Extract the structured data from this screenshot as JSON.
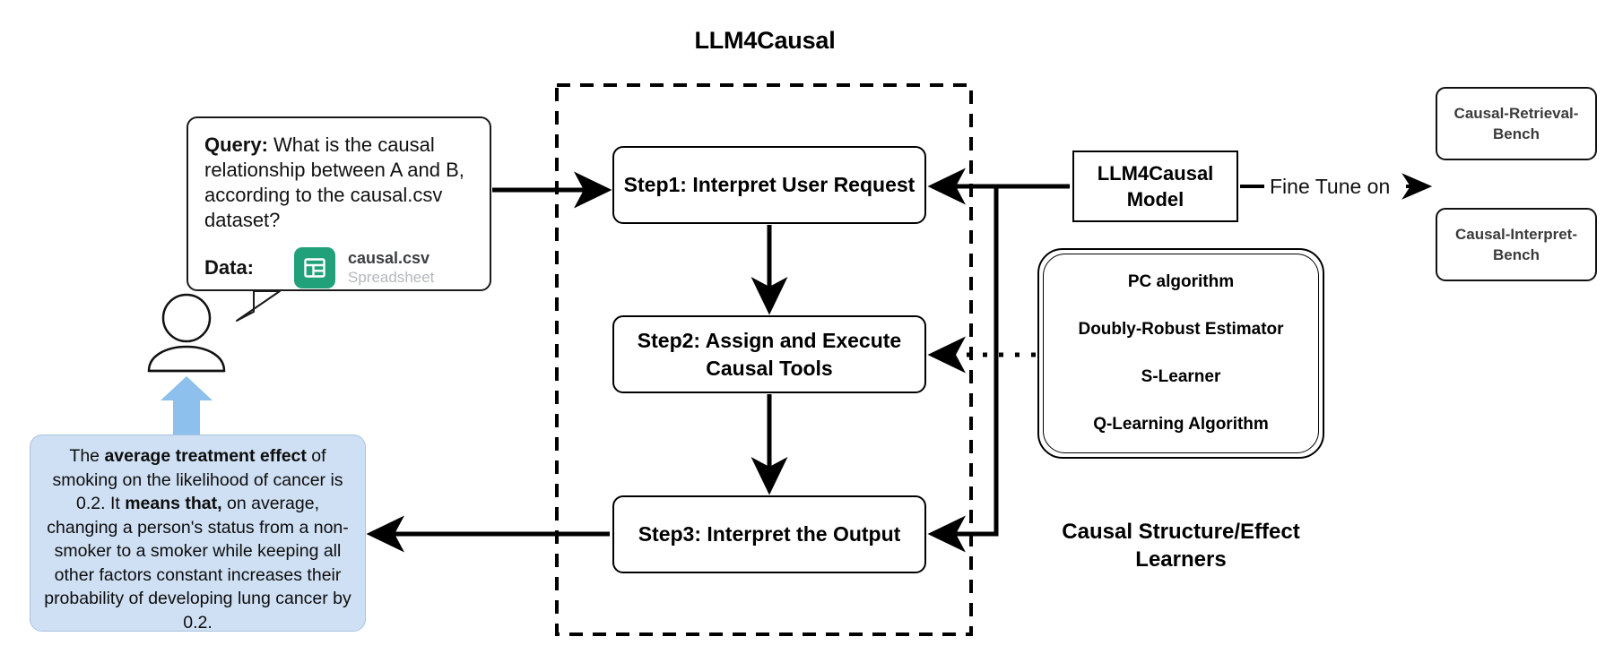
{
  "title": "LLM4Causal",
  "query": {
    "label": "Query:",
    "text": " What is the causal relationship between A and B, according to the causal.csv dataset?",
    "data_label": "Data:",
    "file_name": "causal.csv",
    "file_kind": "Spreadsheet",
    "file_icon": "spreadsheet-icon",
    "icon_color": "#21a179"
  },
  "answer": {
    "part1": "The ",
    "bold1": "average treatment effect",
    "part2": " of smoking on the likelihood of cancer is 0.2. It ",
    "bold2": "means that,",
    "part3": " on average, changing a person's status from a non-smoker to a smoker while keeping all other factors constant increases their probability of developing lung cancer by 0.2.",
    "bubble_color": "#cfe0f4",
    "arrow_color": "#8dc0ec"
  },
  "steps": [
    {
      "label": "Step1: Interpret User Request"
    },
    {
      "label": "Step2: Assign and Execute Causal Tools"
    },
    {
      "label": "Step3: Interpret the Output"
    }
  ],
  "model": {
    "label": "LLM4Causal Model",
    "fine_tune_label": "Fine Tune on"
  },
  "benches": [
    {
      "label": "Causal-Retrieval-Bench"
    },
    {
      "label": "Causal-Interpret-Bench"
    }
  ],
  "learners": {
    "caption": "Causal Structure/Effect Learners",
    "items": [
      {
        "label": "PC algorithm"
      },
      {
        "label": "Doubly-Robust Estimator"
      },
      {
        "label": "S-Learner"
      },
      {
        "label": "Q-Learning Algorithm"
      }
    ]
  },
  "actor": {
    "icon": "person-icon"
  }
}
